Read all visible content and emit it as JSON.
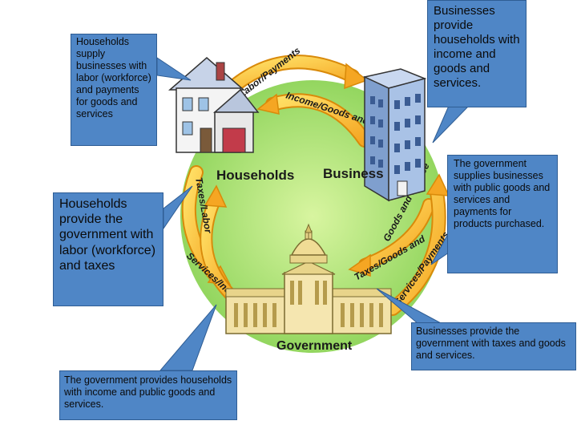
{
  "callouts": {
    "households_to_businesses": "Households supply businesses with labor (workforce) and payments for goods and services",
    "businesses_to_households": "Businesses provide households with income and goods and services.",
    "government_to_businesses": "The government supplies businesses with public goods and services and payments for products purchased.",
    "households_to_government": "Households provide the government with labor (workforce) and taxes",
    "businesses_to_government": "Businesses provide the government with taxes and goods and services.",
    "government_to_households": "The government provides households with income and public goods and services."
  },
  "nodes": {
    "households": "Households",
    "businesses": "Business",
    "government": "Government"
  },
  "arrows": {
    "labor_payments": "Labor/Payments",
    "income_goods": "Income/Goods and Services",
    "taxes_labor": "Taxes/Labor",
    "services_income": "Services/Income",
    "goods_services": "Goods and Service",
    "taxes_goods": "Taxes/Goods and",
    "services_payments": "Services/Payments"
  },
  "colors": {
    "callout": "#4f86c6",
    "circle": "#a8e07a",
    "arrow": "#f7c52f",
    "arrow_outline": "#d98a0a"
  }
}
